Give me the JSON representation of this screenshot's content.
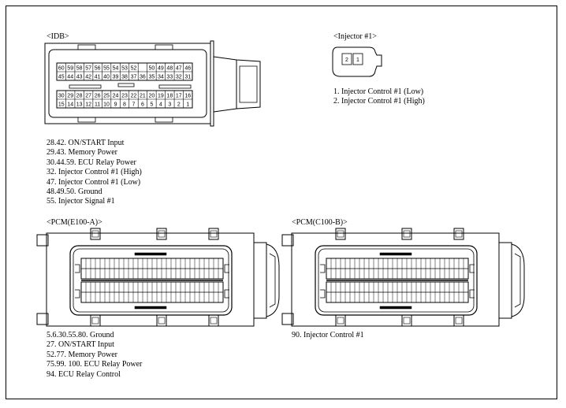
{
  "idb": {
    "title": "<IDB>",
    "top_row_a": [
      "60",
      "59",
      "58",
      "57",
      "56",
      "55",
      "54",
      "53",
      "52",
      "",
      "50",
      "49",
      "48",
      "47",
      "46"
    ],
    "top_row_b": [
      "45",
      "44",
      "43",
      "42",
      "41",
      "40",
      "39",
      "38",
      "37",
      "36",
      "35",
      "34",
      "33",
      "32",
      "31"
    ],
    "bottom_row_a": [
      "30",
      "29",
      "28",
      "27",
      "26",
      "25",
      "24",
      "23",
      "22",
      "21",
      "20",
      "19",
      "18",
      "17",
      "16"
    ],
    "bottom_row_b": [
      "15",
      "14",
      "13",
      "12",
      "11",
      "10",
      "9",
      "8",
      "7",
      "6",
      "5",
      "4",
      "3",
      "2",
      "1"
    ],
    "notes": [
      "28.42.  ON/START Input",
      "29.43.  Memory Power",
      "30.44.59. ECU Relay Power",
      "32.  Injector Control  #1 (High)",
      "47.  Injector Control  #1 (Low)",
      "48.49.50.  Ground",
      "55.  Injector Signal  #1"
    ]
  },
  "injector": {
    "title": "<Injector #1>",
    "pins": [
      "2",
      "1"
    ],
    "notes": [
      "1.  Injector Control  #1 (Low)",
      "2.  Injector Control  #1 (High)"
    ]
  },
  "pcm_a": {
    "title": "<PCM(E100-A)>",
    "notes": [
      "5.6.30.55.80.    Ground",
      "27. ON/START Input",
      "52.77.  Memory Power",
      "75.99. 100.  ECU Relay Power",
      "94.  ECU Relay Control"
    ]
  },
  "pcm_b": {
    "title": "<PCM(C100-B)>",
    "notes": [
      "90.  Injector Control   #1"
    ]
  }
}
